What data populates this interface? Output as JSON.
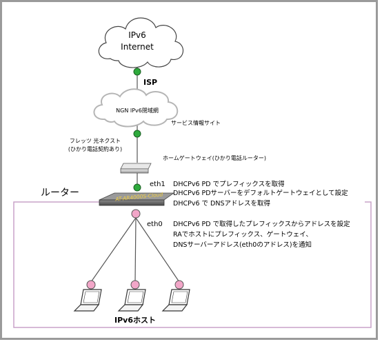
{
  "colors": {
    "frame": "#9a9a9a",
    "line": "#555555",
    "node_green": "#2eaa3c",
    "node_pink": "#f2a6c8",
    "segment_purple": "#c8a2c8",
    "router_label": "#f4d03f"
  },
  "internet": {
    "line1": "IPv6",
    "line2": "Internet"
  },
  "isp_label": "ISP",
  "ngn": {
    "label": "NGN IPv6閉域網",
    "service_site": "サービス情報サイト"
  },
  "flets": {
    "line1": "フレッツ 光ネクスト",
    "line2": "(ひかり電話契約あり)"
  },
  "home_gateway_label": "ホームゲートウェイ(ひかり電話ルーター)",
  "router": {
    "title": "ルーター",
    "model": "AT-AR4000S-Cloud",
    "eth1": "eth1",
    "eth0": "eth0",
    "eth1_notes": [
      "DHCPv6 PD でプレフィックスを取得",
      "DHCPv6 PDサーバーをデフォルトゲートウェイとして設定",
      "DHCPv6 で DNSアドレスを取得"
    ],
    "eth0_notes": [
      "DHCPv6 PD で取得したプレフィックスからアドレスを設定",
      "RAでホストにプレフィックス、ゲートウェイ、",
      "DNSサーバーアドレス(eth0のアドレス)を通知"
    ]
  },
  "hosts_label": "IPv6ホスト"
}
